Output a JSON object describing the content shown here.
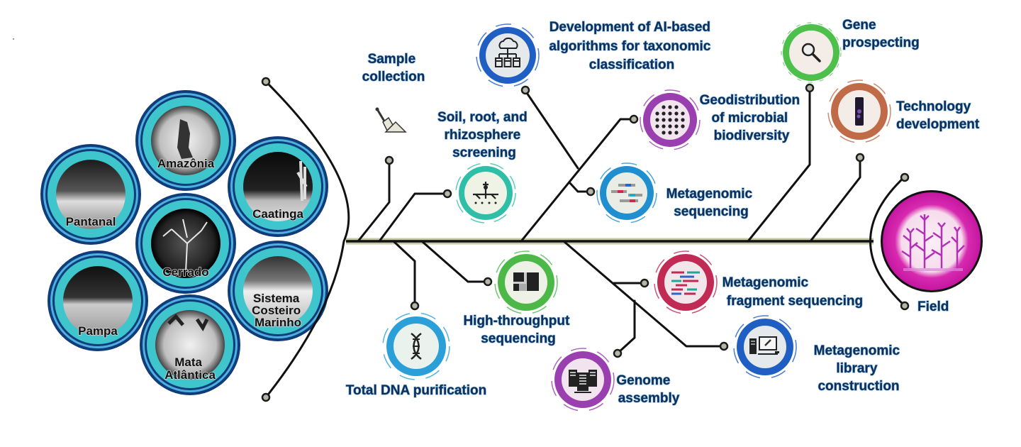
{
  "diagram": {
    "title": "Brazilian biomes microbial metagenomics workflow",
    "colors": {
      "label_text": "#0d2f5a",
      "biome_ring": "#3fc6cc",
      "biome_border": "#0f3c7a",
      "trunk": "#111111",
      "trunk_glow": "#b9bd8e"
    },
    "biomes": [
      {
        "id": "amazonia",
        "label_lines": [
          "Amazônia"
        ]
      },
      {
        "id": "pantanal",
        "label_lines": [
          "Pantanal"
        ]
      },
      {
        "id": "caatinga",
        "label_lines": [
          "Caatinga"
        ]
      },
      {
        "id": "cerrado",
        "label_lines": [
          "Cerrado"
        ]
      },
      {
        "id": "pampa",
        "label_lines": [
          "Pampa"
        ]
      },
      {
        "id": "sistema-costeiro-marinho",
        "label_lines": [
          "Sistema",
          "Costeiro",
          "Marinho"
        ]
      },
      {
        "id": "mata-atlantica",
        "label_lines": [
          "Mata",
          "Atlântica"
        ]
      }
    ],
    "steps": [
      {
        "id": "sample-collection",
        "label_lines": [
          "Sample",
          "collection"
        ],
        "icon": "shovel-icon",
        "color": ""
      },
      {
        "id": "soil-screening",
        "label_lines": [
          "Soil, root, and",
          "rhizosphere",
          "screening"
        ],
        "icon": "root-icon",
        "color": "#2fbfa8"
      },
      {
        "id": "total-dna",
        "label_lines": [
          "Total DNA purification"
        ],
        "icon": "dna-icon",
        "color": "#2a9fd8"
      },
      {
        "id": "hts",
        "label_lines": [
          "High-throughput",
          "sequencing"
        ],
        "icon": "sequencer-icon",
        "color": "#4cb848"
      },
      {
        "id": "ai-algorithms",
        "label_lines": [
          "Development of AI-based",
          "algorithms for taxonomic",
          "classification"
        ],
        "icon": "cloud-network-icon",
        "color": "#1f5fc4"
      },
      {
        "id": "geodistribution",
        "label_lines": [
          "Geodistribution",
          "of microbial",
          "biodiversity"
        ],
        "icon": "microbes-icon",
        "color": "#9a3fb0"
      },
      {
        "id": "metagenomic-sequencing",
        "label_lines": [
          "Metagenomic",
          "sequencing"
        ],
        "icon": "reads-icon",
        "color": "#1f8fd0"
      },
      {
        "id": "fragment-sequencing",
        "label_lines": [
          "Metagenomic",
          "fragment sequencing"
        ],
        "icon": "fragments-icon",
        "color": "#c02a55"
      },
      {
        "id": "genome-assembly",
        "label_lines": [
          "Genome",
          "assembly"
        ],
        "icon": "servers-icon",
        "color": "#9a3fb0"
      },
      {
        "id": "library-construction",
        "label_lines": [
          "Metagenomic",
          "library",
          "construction"
        ],
        "icon": "computer-icon",
        "color": "#1f5fc4"
      },
      {
        "id": "gene-prospecting",
        "label_lines": [
          "Gene",
          "prospecting"
        ],
        "icon": "magnifier-icon",
        "color": "#4cc04a"
      },
      {
        "id": "technology-development",
        "label_lines": [
          "Technology",
          "development"
        ],
        "icon": "tube-icon",
        "color": "#c06a48"
      },
      {
        "id": "field",
        "label_lines": [
          "Field"
        ],
        "icon": "plants-icon",
        "color": "#d41ea8"
      }
    ]
  }
}
